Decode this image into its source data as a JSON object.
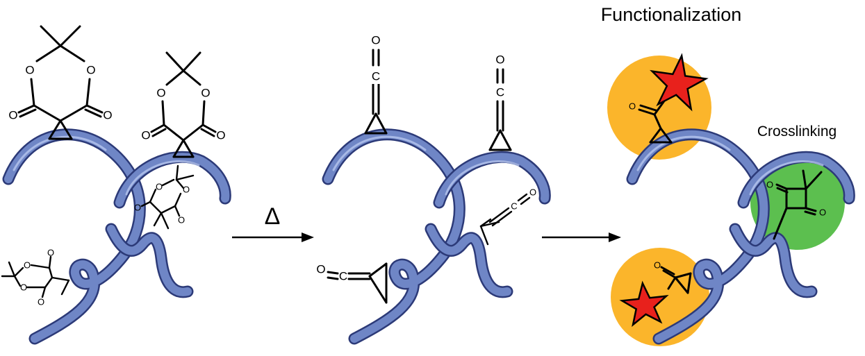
{
  "labels": {
    "functionalization": "Functionalization",
    "crosslinking": "Crosslinking",
    "heat_symbol": "Δ"
  },
  "atoms": {
    "oxygen": "O",
    "carbon": "C"
  },
  "colors": {
    "polymer_chain": "#6f86c6",
    "polymer_outline": "#2c3a78",
    "functionalization_circle": "#fbb52b",
    "crosslinking_circle": "#5cbf4f",
    "star_fill": "#e8211c"
  }
}
